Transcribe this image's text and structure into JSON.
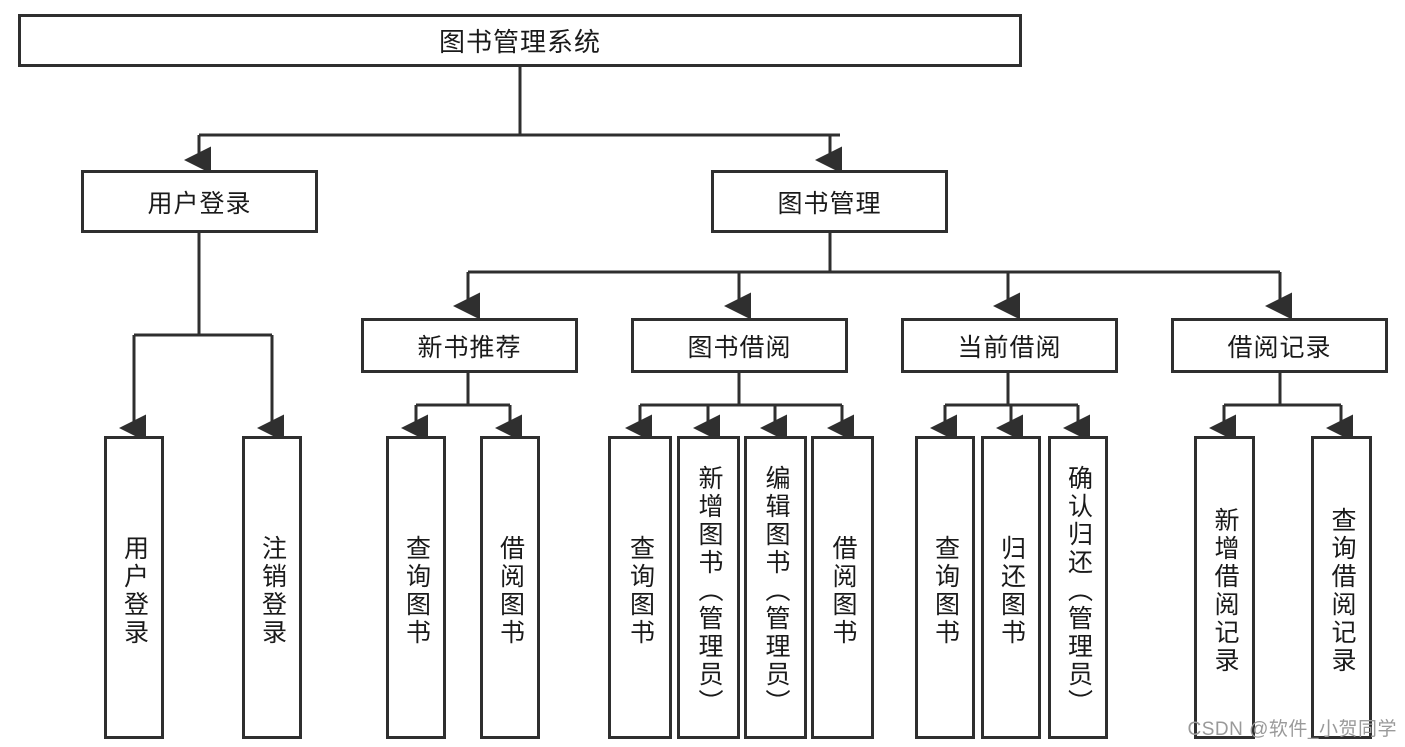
{
  "diagram": {
    "type": "tree-hierarchy",
    "title": "图书管理系统",
    "root": {
      "label": "图书管理系统"
    },
    "level2": [
      {
        "label": "用户登录"
      },
      {
        "label": "图书管理"
      }
    ],
    "level3": [
      {
        "label": "新书推荐"
      },
      {
        "label": "图书借阅"
      },
      {
        "label": "当前借阅"
      },
      {
        "label": "借阅记录"
      }
    ],
    "leaves": {
      "user_login": [
        {
          "label": "用户登录"
        },
        {
          "label": "注销登录"
        }
      ],
      "new_book_recommend": [
        {
          "label": "查询图书"
        },
        {
          "label": "借阅图书"
        }
      ],
      "book_borrow": [
        {
          "label": "查询图书"
        },
        {
          "label": "新增图书（管理员）"
        },
        {
          "label": "编辑图书（管理员）"
        },
        {
          "label": "借阅图书"
        }
      ],
      "current_borrow": [
        {
          "label": "查询图书"
        },
        {
          "label": "归还图书"
        },
        {
          "label": "确认归还（管理员）"
        }
      ],
      "borrow_record": [
        {
          "label": "新增借阅记录"
        },
        {
          "label": "查询借阅记录"
        }
      ]
    }
  },
  "watermark": {
    "text": "CSDN @软件_小贺同学"
  },
  "colors": {
    "border": "#2f2f2f",
    "background": "#ffffff",
    "text": "#1a1a1a",
    "watermark": "#9a9a9a"
  }
}
